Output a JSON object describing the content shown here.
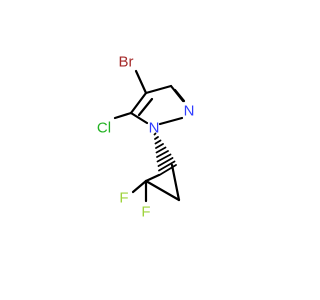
{
  "structure": {
    "atoms": {
      "bromine": {
        "symbol": "Br",
        "color": "#a52a2a"
      },
      "chlorine": {
        "symbol": "Cl",
        "color": "#23b223"
      },
      "pyrazole_n1": {
        "symbol": "N",
        "color": "#2f3cff"
      },
      "pyrazole_n2": {
        "symbol": "N",
        "color": "#2f3cff"
      },
      "fluorine_1": {
        "symbol": "F",
        "color": "#9ed33c"
      },
      "fluorine_2": {
        "symbol": "F",
        "color": "#9ed33c"
      }
    },
    "bond_color": "#000000"
  }
}
